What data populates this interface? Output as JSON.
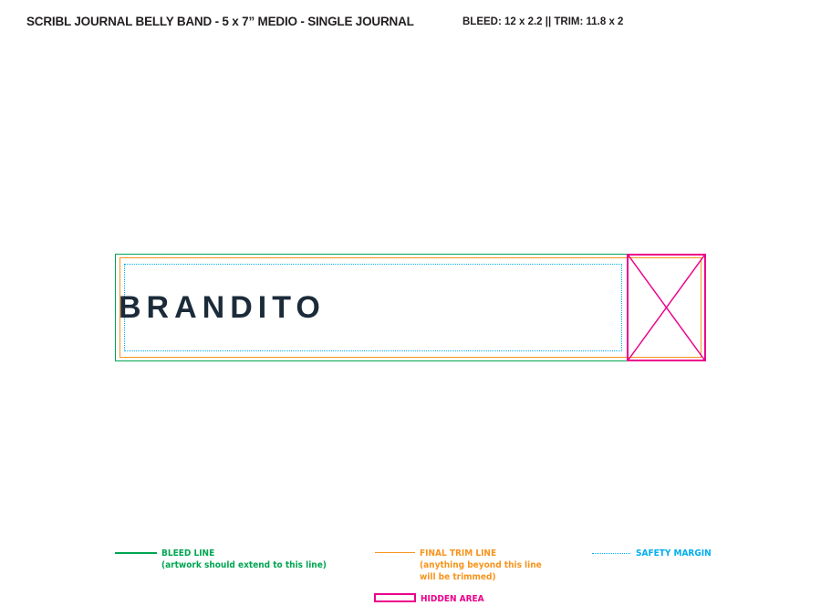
{
  "header": {
    "title": "SCRIBL JOURNAL BELLY BAND - 5 x 7” MEDIO - SINGLE JOURNAL",
    "spec": "BLEED: 12 x 2.2 || TRIM: 11.8 x 2"
  },
  "artwork": {
    "brand_text": "BRANDITO"
  },
  "colors": {
    "bleed": "#00a651",
    "trim": "#f7941d",
    "safety": "#00aeef",
    "hidden": "#ec008c"
  },
  "legend": {
    "bleed_label": "BLEED LINE",
    "bleed_note": "(artwork should extend to this line)",
    "trim_label": "FINAL TRIM LINE",
    "trim_note_1": "(anything beyond this line",
    "trim_note_2": "will be trimmed)",
    "safety_label": "SAFETY MARGIN",
    "hidden_label": "HIDDEN AREA"
  }
}
